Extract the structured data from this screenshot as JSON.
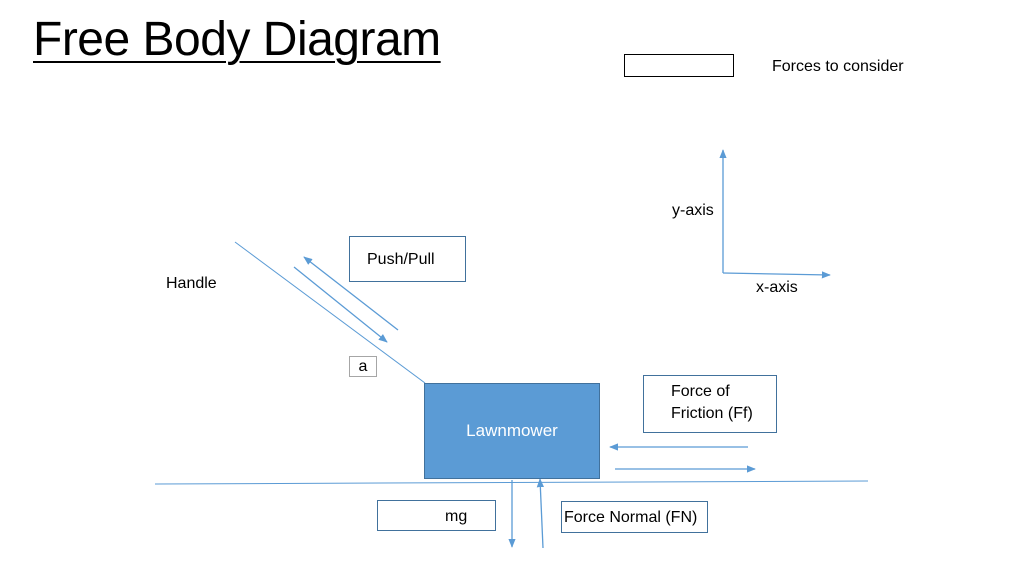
{
  "title": "Free Body Diagram",
  "legend": {
    "label": "Forces to consider"
  },
  "axes": {
    "y_label": "y-axis",
    "x_label": "x-axis"
  },
  "handle": {
    "label": "Handle",
    "angle_label": "a"
  },
  "body": {
    "label": "Lawnmower"
  },
  "forces": {
    "push_pull": "Push/Pull",
    "friction_line1": "Force of",
    "friction_line2": "Friction (Ff)",
    "weight": "mg",
    "normal": "Force Normal (FN)"
  },
  "colors": {
    "line": "#5b9bd5",
    "body_fill": "#5b9bd5",
    "box_border": "#41719c"
  }
}
